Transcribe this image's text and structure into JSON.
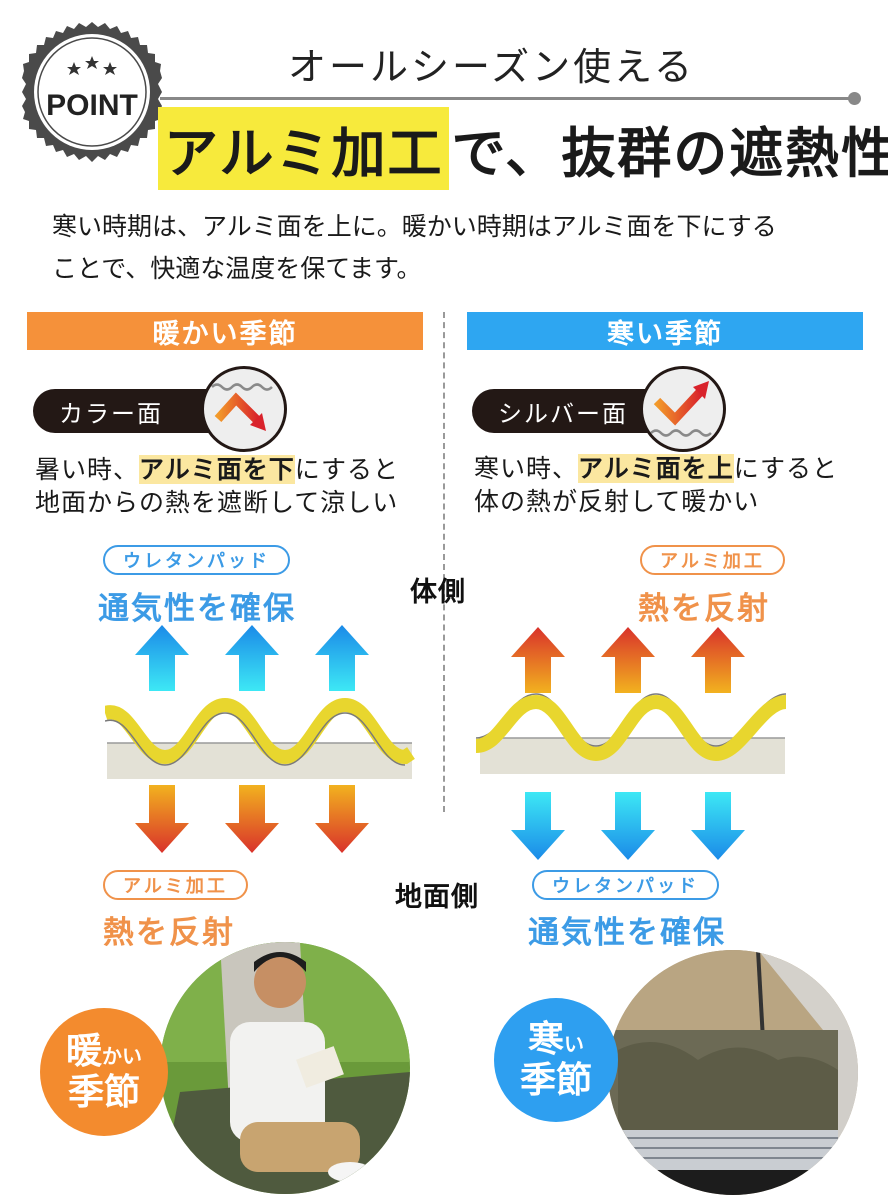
{
  "header": {
    "badge_text": "POINT",
    "badge_stars": 3,
    "subtitle": "オールシーズン使える",
    "headline_highlight": "アルミ加工",
    "headline_rest": "で、抜群の遮熱性",
    "highlight_color": "#f7ea3c"
  },
  "intro": {
    "line1": "寒い時期は、アルミ面を上に。暖かい時期はアルミ面を下にする",
    "line2": "ことで、快適な温度を保てます。"
  },
  "warm": {
    "bar_label": "暖かい季節",
    "bar_color": "#f5913a",
    "surface_label": "カラー面",
    "desc_pre": "暑い時、",
    "desc_emph": "アルミ面を下",
    "desc_post": "にすると",
    "desc_line2": "地面からの熱を遮断して涼しい",
    "top_tag": "ウレタンパッド",
    "top_caption": "通気性を確保",
    "bottom_tag": "アルミ加工",
    "bottom_caption": "熱を反射",
    "badge_line1_big": "暖",
    "badge_line1_small": "かい",
    "badge_line2": "季節"
  },
  "cold": {
    "bar_label": "寒い季節",
    "bar_color": "#2ea6f1",
    "surface_label": "シルバー面",
    "desc_pre": "寒い時、",
    "desc_emph": "アルミ面を上",
    "desc_post": "にすると",
    "desc_line2": "体の熱が反射して暖かい",
    "top_tag": "アルミ加工",
    "top_caption": "熱を反射",
    "bottom_tag": "ウレタンパッド",
    "bottom_caption": "通気性を確保",
    "badge_line1_big": "寒",
    "badge_line1_small": "い",
    "badge_line2": "季節"
  },
  "side_labels": {
    "body": "体側",
    "ground": "地面側"
  },
  "colors": {
    "accent_orange": "#f0924a",
    "accent_blue": "#3c9be6",
    "wave_yellow": "#e8d62e",
    "pad_gray": "#e3e1d6"
  }
}
